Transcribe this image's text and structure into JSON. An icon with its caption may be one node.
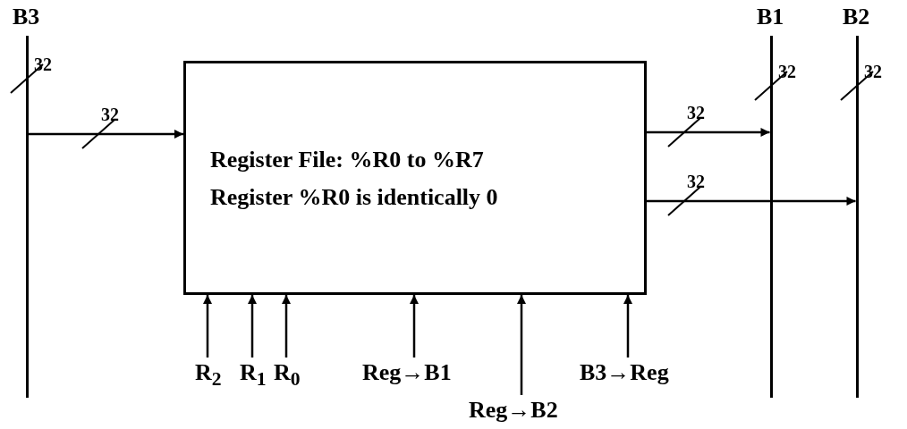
{
  "diagram": {
    "nodes": [
      {
        "text": [
          "B3"
        ],
        "beside": [
          "32"
        ]
      },
      {
        "text": [
          "Register File: %R0 to %R7",
          "Register %R0 is identically 0"
        ]
      },
      {
        "text": [
          "B1"
        ],
        "beside": [
          "32"
        ]
      },
      {
        "text": [
          "B2"
        ],
        "beside": [
          "32"
        ]
      },
      {
        "text": [
          "R$_{2}$"
        ]
      },
      {
        "text": [
          "R$_{1}$"
        ]
      },
      {
        "text": [
          "R$_{0}$"
        ]
      },
      {
        "text": [
          "Reg→B1"
        ]
      },
      {
        "text": [
          "Reg→B2"
        ]
      },
      {
        "text": [
          "B3→Reg"
        ]
      }
    ],
    "edges": [
      {
        "from": 0,
        "to": 1,
        "arrow": "to",
        "label": "32"
      },
      {
        "from": 1,
        "to": 2,
        "arrow": "to",
        "label": "32"
      },
      {
        "from": 1,
        "to": 3,
        "arrow": "to",
        "label": "32"
      },
      {
        "from": 4,
        "to": 1,
        "arrow": "to"
      },
      {
        "from": 5,
        "to": 1,
        "arrow": "to"
      },
      {
        "from": 6,
        "to": 1,
        "arrow": "to"
      },
      {
        "from": 7,
        "to": 1,
        "arrow": "to"
      },
      {
        "from": 8,
        "to": 1,
        "arrow": "to"
      },
      {
        "from": 9,
        "to": 1,
        "arrow": "to"
      }
    ]
  }
}
